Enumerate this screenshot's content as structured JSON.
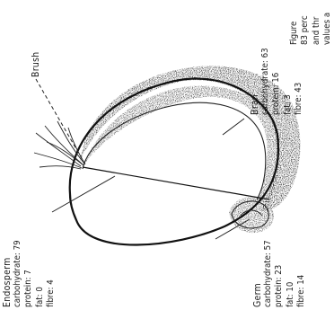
{
  "labels": {
    "brush": "Brush"
  },
  "endosperm": {
    "title": "Endosperm",
    "carbohydrate": "carbohydrate: 79",
    "protein": "protein: 7",
    "fat": "fat: 0",
    "fibre": "fibre: 4"
  },
  "bran": {
    "title": "Bran",
    "carbohydrate": "carbohydrate: 63",
    "protein": "protein: 16",
    "fat": "fat: 3",
    "fibre": "fibre: 43"
  },
  "germ": {
    "title": "Germ",
    "carbohydrate": "carbohydrate: 57",
    "protein": "protein: 23",
    "fat": "fat: 10",
    "fibre": "fibre: 14"
  },
  "caption": {
    "line1": "Figure",
    "line2": "83 perc",
    "line3": "and thr",
    "line4": "values a"
  }
}
